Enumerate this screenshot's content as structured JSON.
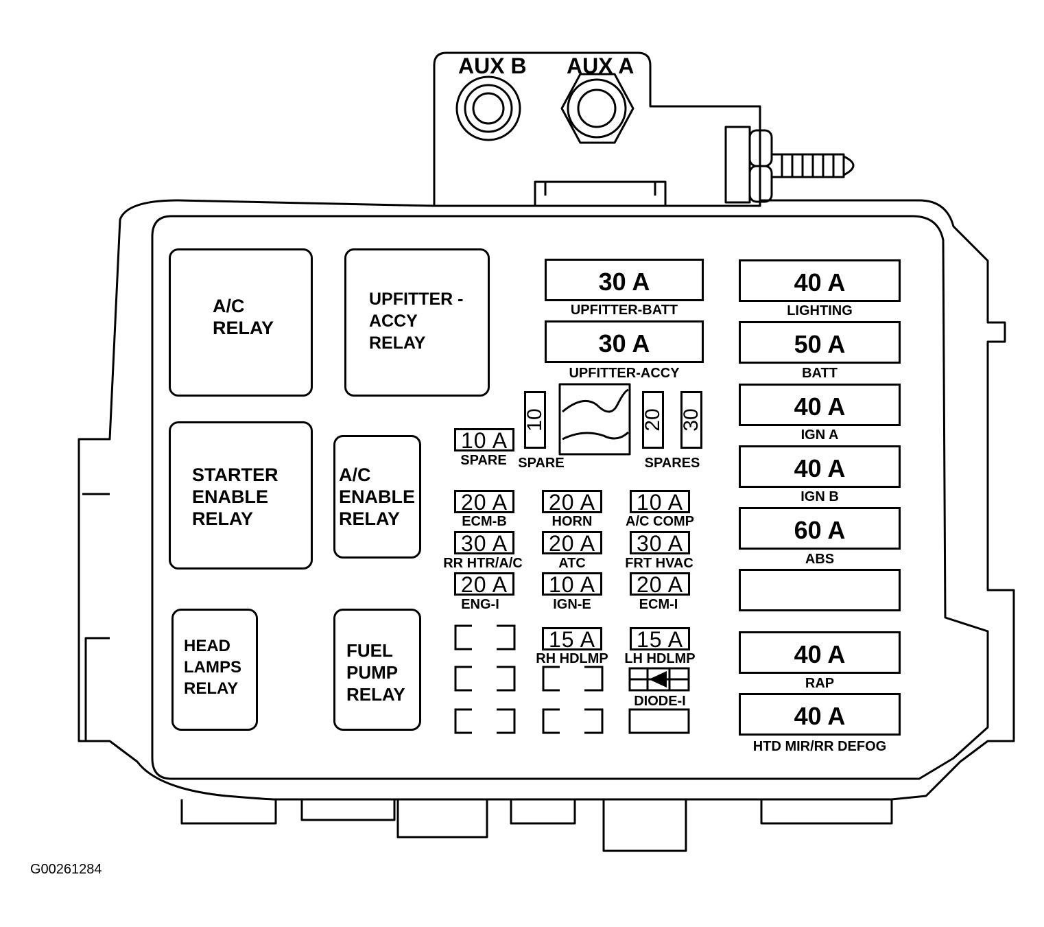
{
  "aux": {
    "b": "AUX B",
    "a": "AUX A"
  },
  "relays": [
    {
      "label": "A/C\nRELAY"
    },
    {
      "label": "UPFITTER -\nACCY\nRELAY"
    },
    {
      "label": "STARTER\nENABLE\nRELAY"
    },
    {
      "label": "A/C\nENABLE\nRELAY"
    },
    {
      "label": "HEAD\nLAMPS\nRELAY"
    },
    {
      "label": "FUEL\nPUMP\nRELAY"
    }
  ],
  "center_maxi": [
    {
      "rating": "30 A",
      "name": "UPFITTER-BATT"
    },
    {
      "rating": "30 A",
      "name": "UPFITTER-ACCY"
    }
  ],
  "spares": {
    "mini_rating": "10 A",
    "mini_label": "SPARE",
    "v1": "10",
    "v1_label": "SPARE",
    "v2": "20",
    "v3": "30",
    "v23_label": "SPARES"
  },
  "mini_fuses": [
    {
      "rating": "20 A",
      "name": "ECM-B"
    },
    {
      "rating": "20 A",
      "name": "HORN"
    },
    {
      "rating": "10 A",
      "name": "A/C COMP"
    },
    {
      "rating": "30 A",
      "name": "RR HTR/A/C"
    },
    {
      "rating": "20 A",
      "name": "ATC"
    },
    {
      "rating": "30 A",
      "name": "FRT HVAC"
    },
    {
      "rating": "20 A",
      "name": "ENG-I"
    },
    {
      "rating": "10 A",
      "name": "IGN-E"
    },
    {
      "rating": "20 A",
      "name": "ECM-I"
    },
    {
      "rating": "15 A",
      "name": "RH HDLMP"
    },
    {
      "rating": "15 A",
      "name": "LH HDLMP"
    }
  ],
  "diode_label": "DIODE-I",
  "right_maxi": [
    {
      "rating": "40 A",
      "name": "LIGHTING"
    },
    {
      "rating": "50 A",
      "name": "BATT"
    },
    {
      "rating": "40 A",
      "name": "IGN A"
    },
    {
      "rating": "40 A",
      "name": "IGN B"
    },
    {
      "rating": "60 A",
      "name": "ABS"
    },
    {
      "rating": "",
      "name": ""
    },
    {
      "rating": "40 A",
      "name": "RAP"
    },
    {
      "rating": "40 A",
      "name": "HTD MIR/RR DEFOG"
    }
  ],
  "reference_code": "G00261284"
}
